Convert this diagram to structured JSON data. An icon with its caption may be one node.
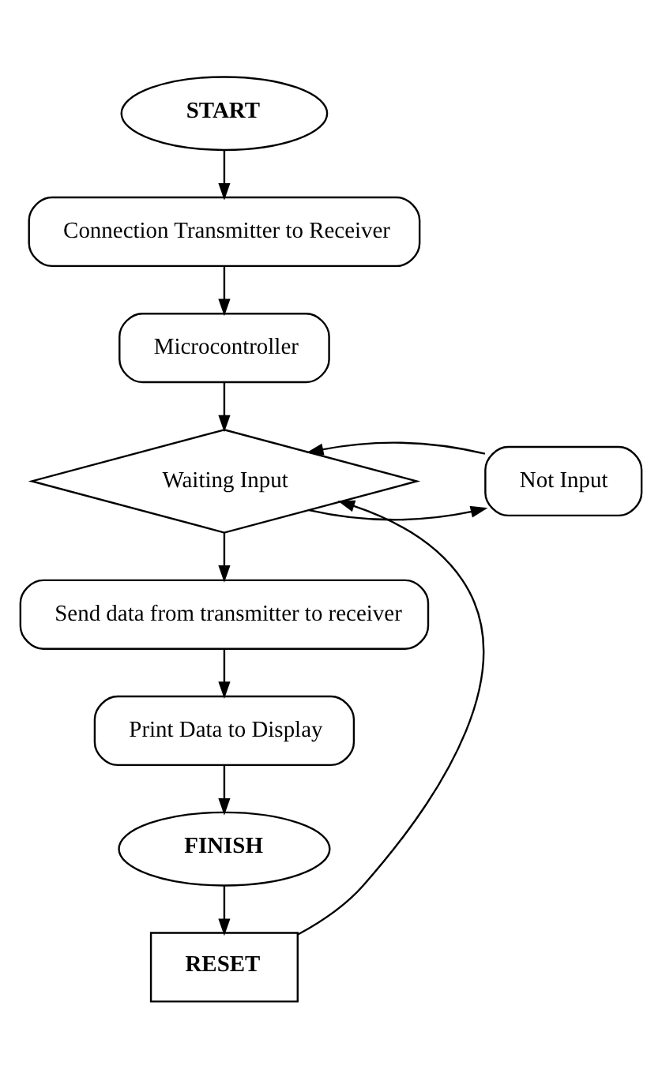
{
  "diagram": {
    "nodes": [
      {
        "text": [
          "START"
        ]
      },
      {
        "text": [
          "Connection Transmitter to Receiver"
        ]
      },
      {
        "text": [
          "Microcontroller"
        ]
      },
      {
        "text": [
          "Waiting Input"
        ]
      },
      {
        "text": [
          "Not Input"
        ]
      },
      {
        "text": [
          "Send data from transmitter to receiver"
        ]
      },
      {
        "text": [
          "Print Data to Display"
        ]
      },
      {
        "text": [
          "FINISH"
        ]
      },
      {
        "text": [
          "RESET"
        ]
      }
    ],
    "edges": [
      {
        "from": 0,
        "to": 1,
        "arrow": "to"
      },
      {
        "from": 1,
        "to": 2,
        "arrow": "to"
      },
      {
        "from": 2,
        "to": 3,
        "arrow": "to"
      },
      {
        "from": 3,
        "to": 4,
        "arrow": "to"
      },
      {
        "from": 4,
        "to": 3,
        "arrow": "to"
      },
      {
        "from": 3,
        "to": 5,
        "arrow": "to"
      },
      {
        "from": 5,
        "to": 6,
        "arrow": "to"
      },
      {
        "from": 6,
        "to": 7,
        "arrow": "to"
      },
      {
        "from": 7,
        "to": 8,
        "arrow": "to"
      },
      {
        "from": 8,
        "to": 3,
        "arrow": "to"
      }
    ]
  }
}
